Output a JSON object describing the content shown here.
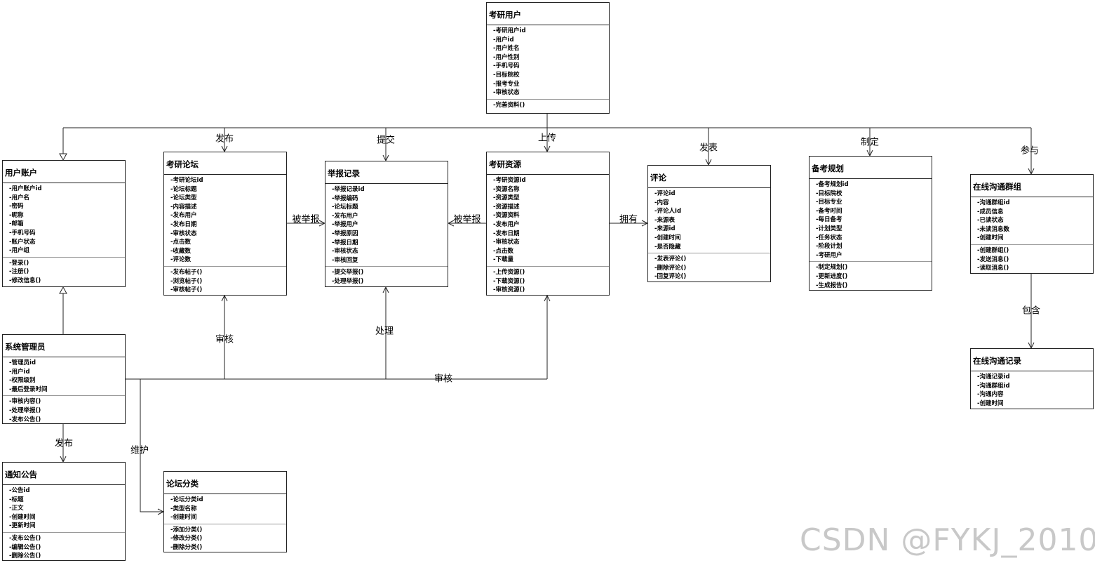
{
  "classes": {
    "kaoyan_user": {
      "title": "考研用户",
      "attrs": [
        "-考研用户id",
        "-用户id",
        "-用户姓名",
        "-用户性别",
        "-手机号码",
        "-目标院校",
        "-报考专业",
        "-审核状态"
      ],
      "methods": [
        "-完善资料()"
      ]
    },
    "user_account": {
      "title": "用户账户",
      "attrs": [
        "-用户账户id",
        "-用户名",
        "-密码",
        "-昵称",
        "-邮箱",
        "-手机号码",
        "-账户状态",
        "-用户组"
      ],
      "methods": [
        "-登录()",
        "-注册()",
        "-修改信息()"
      ]
    },
    "forum": {
      "title": "考研论坛",
      "attrs": [
        "-考研论坛id",
        "-论坛标题",
        "-论坛类型",
        "-内容描述",
        "-发布用户",
        "-发布日期",
        "-审核状态",
        "-点击数",
        "-收藏数",
        "-评论数"
      ],
      "methods": [
        "-发布帖子()",
        "-浏览帖子()",
        "-审核帖子()"
      ]
    },
    "report": {
      "title": "举报记录",
      "attrs": [
        "-举报记录id",
        "-举报编码",
        "-论坛标题",
        "-发布用户",
        "-举报用户",
        "-举报原因",
        "-举报日期",
        "-审核状态",
        "-审核回复"
      ],
      "methods": [
        "-提交举报()",
        "-处理举报()"
      ]
    },
    "resource": {
      "title": "考研资源",
      "attrs": [
        "-考研资源id",
        "-资源名称",
        "-资源类型",
        "-资源描述",
        "-资源资料",
        "-发布用户",
        "-发布日期",
        "-审核状态",
        "-点击数",
        "-下载量"
      ],
      "methods": [
        "-上传资源()",
        "-下载资源()",
        "-审核资源()"
      ]
    },
    "comment": {
      "title": "评论",
      "attrs": [
        "-评论id",
        "-内容",
        "-评论人id",
        "-来源表",
        "-来源id",
        "-创建时间",
        "-是否隐藏"
      ],
      "methods": [
        "-发表评论()",
        "-删除评论()",
        "-回复评论()"
      ]
    },
    "plan": {
      "title": "备考规划",
      "attrs": [
        "-备考规划id",
        "-目标院校",
        "-目标专业",
        "-备考时间",
        "-每日备考",
        "-计划类型",
        "-任务状态",
        "-阶段计划",
        "-考研用户"
      ],
      "methods": [
        "-制定规划()",
        "-更新进度()",
        "-生成报告()"
      ]
    },
    "chat_group": {
      "title": "在线沟通群组",
      "attrs": [
        "-沟通群组id",
        "-成员信息",
        "-已读状态",
        "-未读消息数",
        "-创建时间"
      ],
      "methods": [
        "-创建群组()",
        "-发送消息()",
        "-读取消息()"
      ]
    },
    "admin": {
      "title": "系统管理员",
      "attrs": [
        "-管理员id",
        "-用户id",
        "-权限级别",
        "-最后登录时间"
      ],
      "methods": [
        "-审核内容()",
        "-处理举报()",
        "-发布公告()"
      ]
    },
    "chat_record": {
      "title": "在线沟通记录",
      "attrs": [
        "-沟通记录id",
        "-沟通群组id",
        "-沟通内容",
        "-创建时间"
      ],
      "methods": []
    },
    "notice": {
      "title": "通知公告",
      "attrs": [
        "-公告id",
        "-标题",
        "-正文",
        "-创建时间",
        "-更新时间"
      ],
      "methods": [
        "-发布公告()",
        "-编辑公告()",
        "-删除公告()"
      ]
    },
    "forum_category": {
      "title": "论坛分类",
      "attrs": [
        "-论坛分类id",
        "-类型名称",
        "-创建时间"
      ],
      "methods": [
        "-添加分类()",
        "-修改分类()",
        "-删除分类()"
      ]
    }
  },
  "relations": {
    "publish_forum": "发布",
    "submit_report": "提交",
    "upload_resource": "上传",
    "post_comment": "发表",
    "make_plan": "制定",
    "join_group": "参与",
    "forum_reported": "被举报",
    "resource_reported": "被举报",
    "has_comment": "拥有",
    "group_contains": "包含",
    "admin_audit_forum": "审核",
    "admin_handle_report": "处理",
    "admin_audit_resource": "审核",
    "admin_publish_notice": "发布",
    "admin_maintain_category": "维护"
  },
  "watermark": "CSDN @FYKJ_2010"
}
